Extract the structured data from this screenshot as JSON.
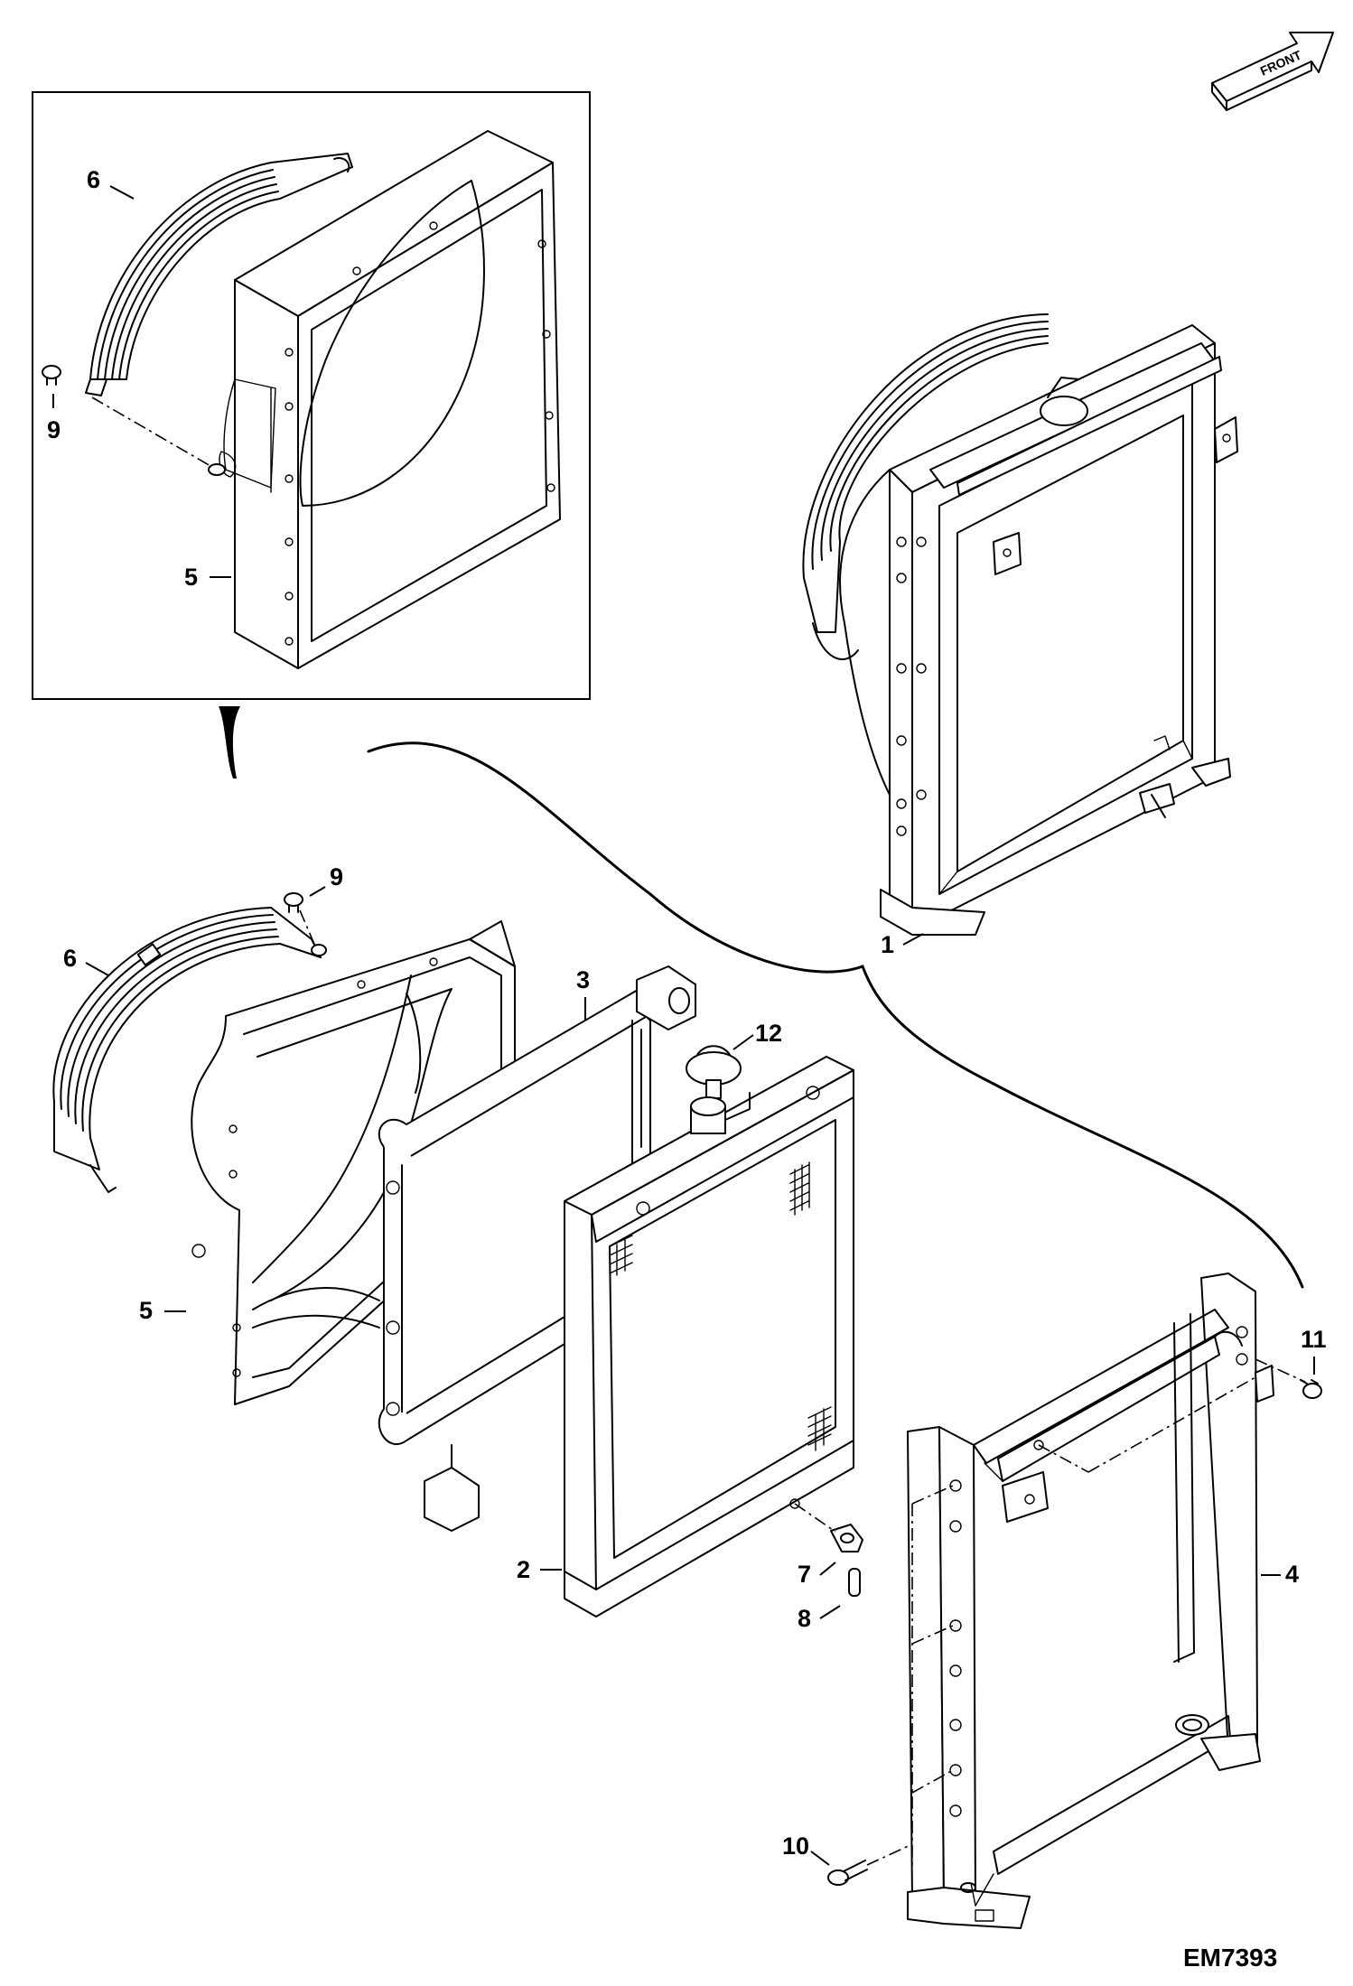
{
  "diagram": {
    "drawing_code": "EM7393",
    "front_indicator_label": "FRONT",
    "callouts": {
      "inset_fan_shroud_half": "6",
      "inset_bolt": "9",
      "inset_shroud": "5",
      "assembled_unit": "1",
      "exploded_bolt": "9",
      "exploded_fan_shroud_half": "6",
      "exploded_oil_cooler": "3",
      "exploded_cap": "12",
      "exploded_shroud": "5",
      "exploded_radiator": "2",
      "exploded_clip": "7",
      "exploded_pin": "8",
      "exploded_frame": "4",
      "exploded_frame_bolt": "11",
      "exploded_bottom_bolt": "10"
    }
  }
}
